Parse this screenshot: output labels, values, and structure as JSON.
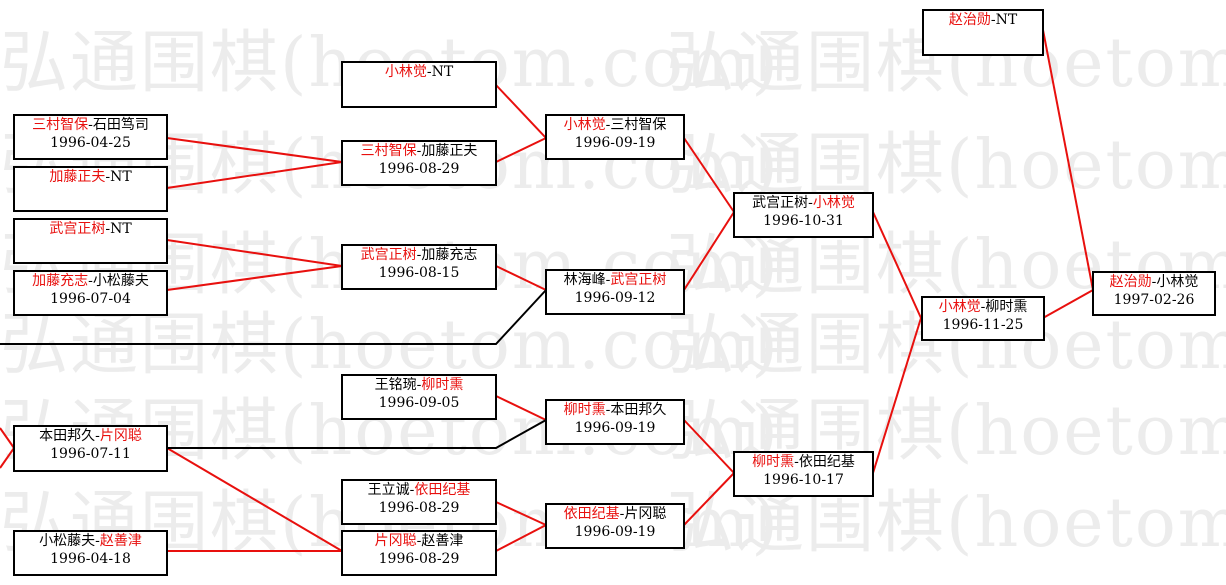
{
  "watermark": "弘通围棋(hoetom.com)",
  "colors": {
    "winner": "#e8100e",
    "line_win": "#e8100e",
    "line_lose": "#000000"
  },
  "matches": {
    "r4_nt": {
      "a": "赵治勋",
      "sep": "-",
      "b": "NT",
      "winner": "a",
      "date": ""
    },
    "r3_final": {
      "a": "赵治勋",
      "sep": "-",
      "b": "小林觉",
      "winner": "a",
      "date": "1997-02-26"
    },
    "r2_semi": {
      "a": "小林觉",
      "sep": "-",
      "b": "柳时熏",
      "winner": "a",
      "date": "1996-11-25"
    },
    "r1_top": {
      "a": "武宫正树",
      "sep": "-",
      "b": "小林觉",
      "winner": "b",
      "date": "1996-10-31"
    },
    "r1_bot": {
      "a": "柳时熏",
      "sep": "-",
      "b": "依田纪基",
      "winner": "a",
      "date": "1996-10-17"
    },
    "q_a": {
      "a": "小林觉",
      "sep": "-",
      "b": "三村智保",
      "winner": "a",
      "date": "1996-09-19"
    },
    "q_b": {
      "a": "林海峰",
      "sep": "-",
      "b": "武宫正树",
      "winner": "b",
      "date": "1996-09-12"
    },
    "q_c": {
      "a": "柳时熏",
      "sep": "-",
      "b": "本田邦久",
      "winner": "a",
      "date": "1996-09-19"
    },
    "q_d": {
      "a": "依田纪基",
      "sep": "-",
      "b": "片冈聪",
      "winner": "a",
      "date": "1996-09-19"
    },
    "p_a": {
      "a": "小林觉",
      "sep": "-",
      "b": "NT",
      "winner": "a",
      "date": ""
    },
    "p_b": {
      "a": "三村智保",
      "sep": "-",
      "b": "加藤正夫",
      "winner": "a",
      "date": "1996-08-29"
    },
    "p_c": {
      "a": "武宫正树",
      "sep": "-",
      "b": "加藤充志",
      "winner": "a",
      "date": "1996-08-15"
    },
    "p_d": {
      "a": "王铭琬",
      "sep": "-",
      "b": "柳时熏",
      "winner": "b",
      "date": "1996-09-05"
    },
    "p_e": {
      "a": "王立诚",
      "sep": "-",
      "b": "依田纪基",
      "winner": "b",
      "date": "1996-08-29"
    },
    "p_f": {
      "a": "片冈聪",
      "sep": "-",
      "b": "赵善津",
      "winner": "a",
      "date": "1996-08-29"
    },
    "e_a": {
      "a": "三村智保",
      "sep": "-",
      "b": "石田笃司",
      "winner": "a",
      "date": "1996-04-25"
    },
    "e_b": {
      "a": "加藤正夫",
      "sep": "-",
      "b": "NT",
      "winner": "a",
      "date": ""
    },
    "e_c": {
      "a": "武宫正树",
      "sep": "-",
      "b": "NT",
      "winner": "a",
      "date": ""
    },
    "e_d": {
      "a": "加藤充志",
      "sep": "-",
      "b": "小松藤夫",
      "winner": "a",
      "date": "1996-07-04"
    },
    "e_e": {
      "a": "本田邦久",
      "sep": "-",
      "b": "片冈聪",
      "winner": "b",
      "date": "1996-07-11"
    },
    "e_f": {
      "a": "小松藤夫",
      "sep": "-",
      "b": "赵善津",
      "winner": "b",
      "date": "1996-04-18"
    }
  }
}
